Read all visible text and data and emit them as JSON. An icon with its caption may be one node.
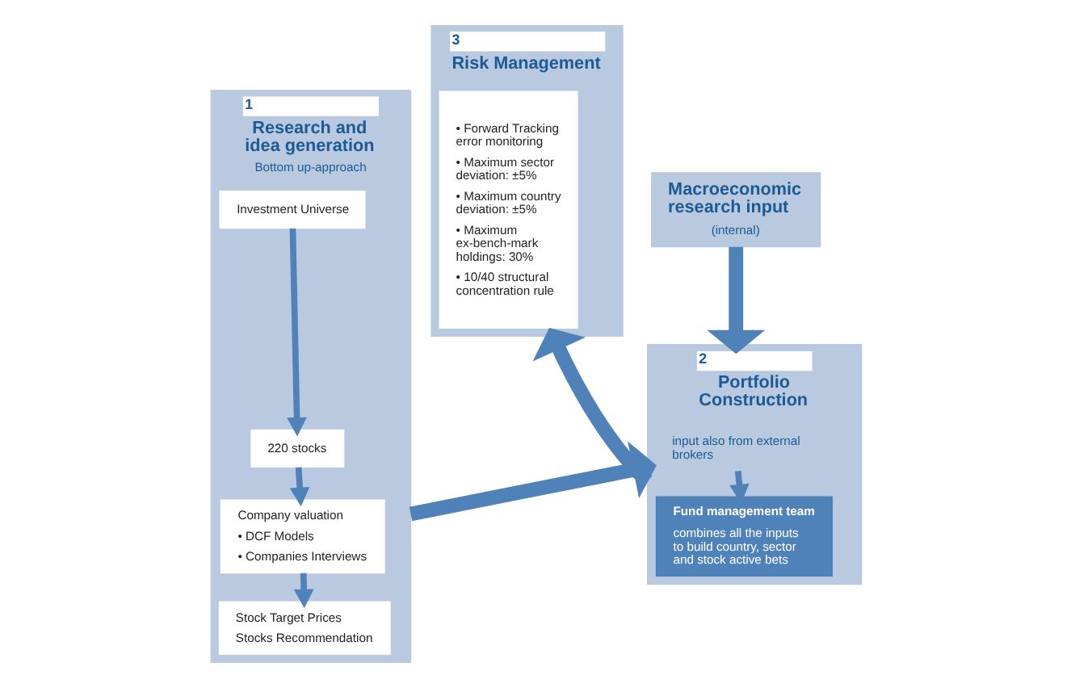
{
  "diagram": {
    "nodes": [
      {
        "text": [
          "1",
          "Research and idea generation",
          "Bottom up-approach"
        ]
      },
      {
        "text": [
          "Investment Universe"
        ],
        "in": 0
      },
      {
        "text": [
          "220 stocks"
        ],
        "in": 0
      },
      {
        "text": [
          "Company valuation",
          "• DCF Models",
          "• Companies Interviews"
        ],
        "in": 0
      },
      {
        "text": [
          "Stock Target Prices",
          "Stocks Recommendation"
        ],
        "in": 0
      },
      {
        "text": [
          "Macroeconomic research input",
          "(internal)"
        ]
      },
      {
        "text": [
          "2",
          "Portfolio Construction"
        ]
      },
      {
        "text": [
          "input also from external brokers"
        ],
        "in": 6
      },
      {
        "text": [
          "Fund management team",
          "combines all the inputs to build country, sector and stock active bets"
        ],
        "in": 6
      },
      {
        "text": [
          "3",
          "Risk Management"
        ]
      },
      {
        "text": [
          "• Forward Tracking error monitoring",
          "• Maximum sector deviation: ±5%",
          "• Maximum country deviation: ±5%",
          "• Maximum ex-bench-mark holdings: 30%",
          "• 10/40 structural concentration rule"
        ],
        "in": 9
      }
    ],
    "edges": [
      {
        "from": 1,
        "to": 2,
        "arrow": "to"
      },
      {
        "from": 2,
        "to": 3,
        "arrow": "to"
      },
      {
        "from": 3,
        "to": 4,
        "arrow": "to"
      },
      {
        "from": 0,
        "to": 6,
        "arrow": "to",
        "style": "thick"
      },
      {
        "from": 5,
        "to": 6,
        "arrow": "to",
        "style": "thick"
      },
      {
        "from": 7,
        "to": 8,
        "arrow": "to"
      },
      {
        "from": 6,
        "to": 9,
        "arrow": "to",
        "style": "thick"
      }
    ]
  }
}
